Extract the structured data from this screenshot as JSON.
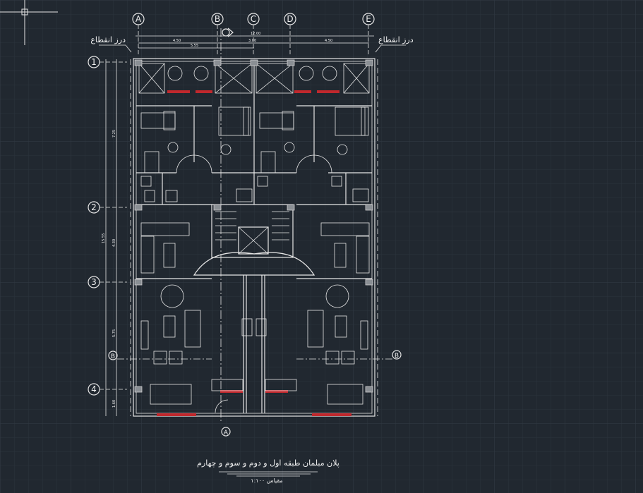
{
  "drawing": {
    "grid_axes_columns": [
      "A",
      "B",
      "C",
      "D",
      "E"
    ],
    "grid_axes_rows": [
      "1",
      "2",
      "3",
      "4"
    ],
    "section_markers": [
      "B",
      "A"
    ],
    "expansion_joint_label": "درز انقطاع",
    "title": "پلان مبلمان طبقه اول و دوم و سوم و چهارم",
    "scale": "مقیاس ۱:۱۰۰",
    "dimensions": {
      "total_width": "12.00",
      "ab": "4.50",
      "bd": "3.00",
      "de": "4.50",
      "ac": "5.55",
      "total_height": "15.55",
      "row12": "7.25",
      "row23": "4.30",
      "row34": "5.75",
      "row4end": "1.60"
    },
    "colors": {
      "background": "#212830",
      "lines": "#e6e6e6",
      "windows": "#c0282d",
      "columns": "#8a8f94"
    }
  }
}
